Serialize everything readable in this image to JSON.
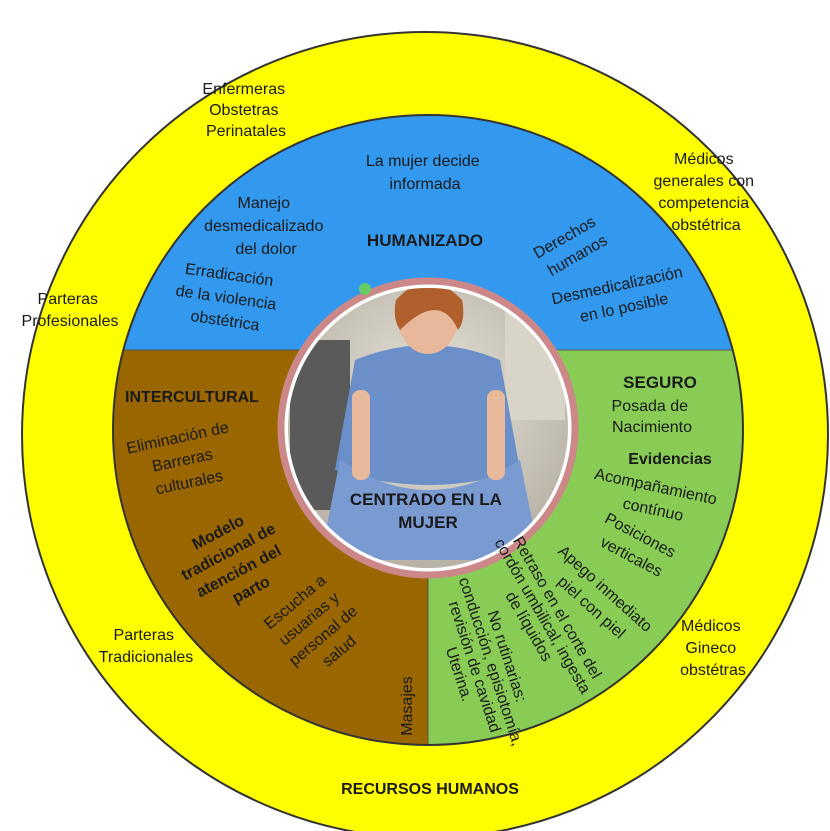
{
  "colors": {
    "outer_ring": "#ffff00",
    "humanizado": "#3399ee",
    "seguro": "#88cc55",
    "intercultural": "#996600",
    "center_ring": "#cc8888",
    "outline": "#333333"
  },
  "outer": {
    "footer": "RECURSOS HUMANOS",
    "enfermeras": [
      "Enfermeras",
      "Obstetras",
      "Perinatales"
    ],
    "medicos_generales": [
      "Médicos",
      "generales con",
      "competencia",
      "obstétrica"
    ],
    "parteras_profesionales": [
      "Parteras",
      "Profesionales"
    ],
    "parteras_tradicionales": [
      "Parteras",
      "Tradicionales"
    ],
    "medicos_gineco": [
      "Médicos",
      "Gineco",
      "obstétras"
    ]
  },
  "humanizado": {
    "title": "HUMANIZADO",
    "mujer_decide": [
      "La mujer decide",
      "informada"
    ],
    "manejo": [
      "Manejo",
      "desmedicalizado",
      "del dolor"
    ],
    "erradicacion": [
      "Erradicación",
      "de la violencia",
      "obstétrica"
    ],
    "derechos": [
      "Derechos",
      "humanos"
    ],
    "desmedicalizacion": [
      "Desmedicalización",
      "en lo posible"
    ]
  },
  "seguro": {
    "title": "SEGURO",
    "posada": [
      "Posada de",
      "Nacimiento"
    ],
    "evidencias": "Evidencias",
    "acompanamiento": [
      "Acompañamiento",
      "contínuo"
    ],
    "posiciones": [
      "Posiciones",
      "verticales"
    ],
    "apego": [
      "Apego inmediato",
      "piel con piel"
    ],
    "retraso": [
      "Retraso en el corte del",
      "cordón umbilical, ingesta",
      "de líquidos"
    ],
    "no_rutinarias": [
      "No rutinarias:",
      "conducción, episiotomía,",
      "revisión de cavidad",
      "Uterina."
    ]
  },
  "intercultural": {
    "title": "INTERCULTURAL",
    "eliminacion": [
      "Eliminación de",
      "Barreras",
      "culturales"
    ],
    "modelo": [
      "Modelo",
      "tradicional de",
      "atención del",
      "parto"
    ],
    "escucha": [
      "Escucha a",
      "usuarias y",
      "personal de",
      "salud"
    ],
    "masajes": "Masajes"
  },
  "center": {
    "label": [
      "CENTRADO EN LA",
      "MUJER"
    ]
  }
}
